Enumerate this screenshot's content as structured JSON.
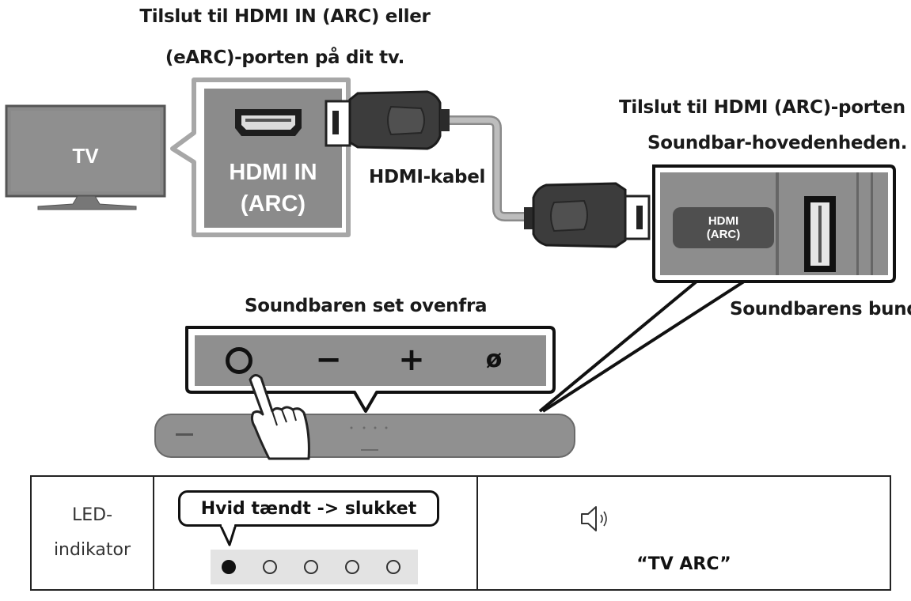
{
  "top_caption": {
    "line1": "Tilslut til HDMI IN (ARC) eller",
    "line2": "(eARC)-porten på dit tv."
  },
  "tv": {
    "label": "TV"
  },
  "tv_port": {
    "line1": "HDMI IN",
    "line2": "(ARC)"
  },
  "cable": {
    "label": "HDMI-kabel"
  },
  "soundbar_caption": {
    "line1": "Tilslut til HDMI (ARC)-porten på",
    "line2": "Soundbar-hovedenheden."
  },
  "soundbar_port": {
    "line1": "HDMI",
    "line2": "(ARC)"
  },
  "bottom_label": "Soundbarens bund",
  "top_view_label": "Soundbaren set ovenfra",
  "buttons": [
    {
      "name": "power",
      "symbol": "◯"
    },
    {
      "name": "volume-down",
      "symbol": "−"
    },
    {
      "name": "volume-up",
      "symbol": "+"
    },
    {
      "name": "source",
      "symbol": "ø"
    }
  ],
  "led_table": {
    "label_line1": "LED-",
    "label_line2": "indikator",
    "state": "Hvid tændt -> slukket",
    "leds": [
      true,
      false,
      false,
      false,
      false
    ],
    "mode": "“TV ARC”"
  },
  "colors": {
    "panel_gray": "#8c8c8c",
    "panel_dark": "#4d4d4d",
    "cable": "#3a3a3a",
    "cable_wire": "#b0b0b0",
    "led_strip": "#e3e3e3"
  }
}
